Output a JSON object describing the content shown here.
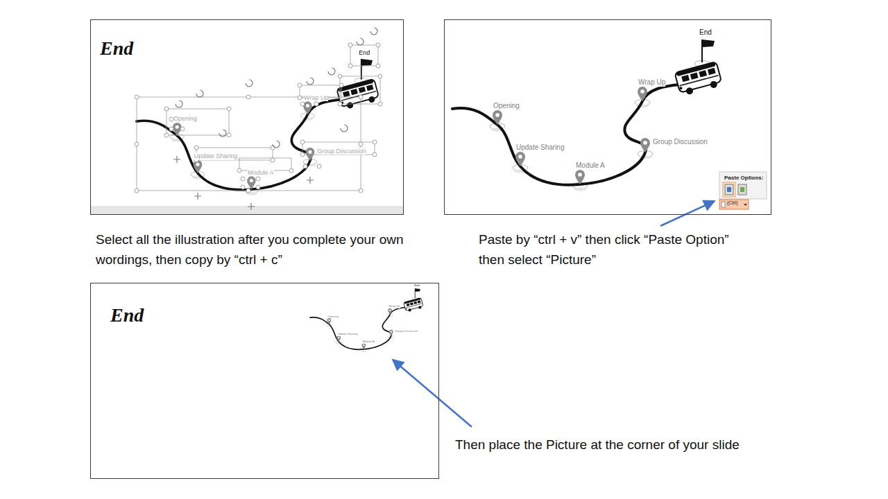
{
  "diagram": {
    "nodes": [
      {
        "text": [
          "End",
          "End",
          "Opening",
          "Update Sharing",
          "Module A",
          "Wrap Up",
          "Group Discussion"
        ]
      },
      {
        "text": [
          "End",
          "Opening",
          "Update Sharing",
          "Module A",
          "Wrap Up",
          "Group Discussion"
        ]
      },
      {
        "text": [
          "Paste Options:",
          "(Ctrl)"
        ],
        "in": 1
      },
      {
        "text": [
          "End",
          "End",
          "Opening",
          "Update Sharing",
          "Module A",
          "Wrap Up",
          "Group Discussion"
        ]
      }
    ],
    "labels": [
      "Select all the illustration after you complete your own wordings, then copy by “ctrl + c”",
      "Paste by “ctrl + v” then click “Paste Option” then select “Picture”",
      "Then place the Picture at the corner of your slide"
    ]
  }
}
